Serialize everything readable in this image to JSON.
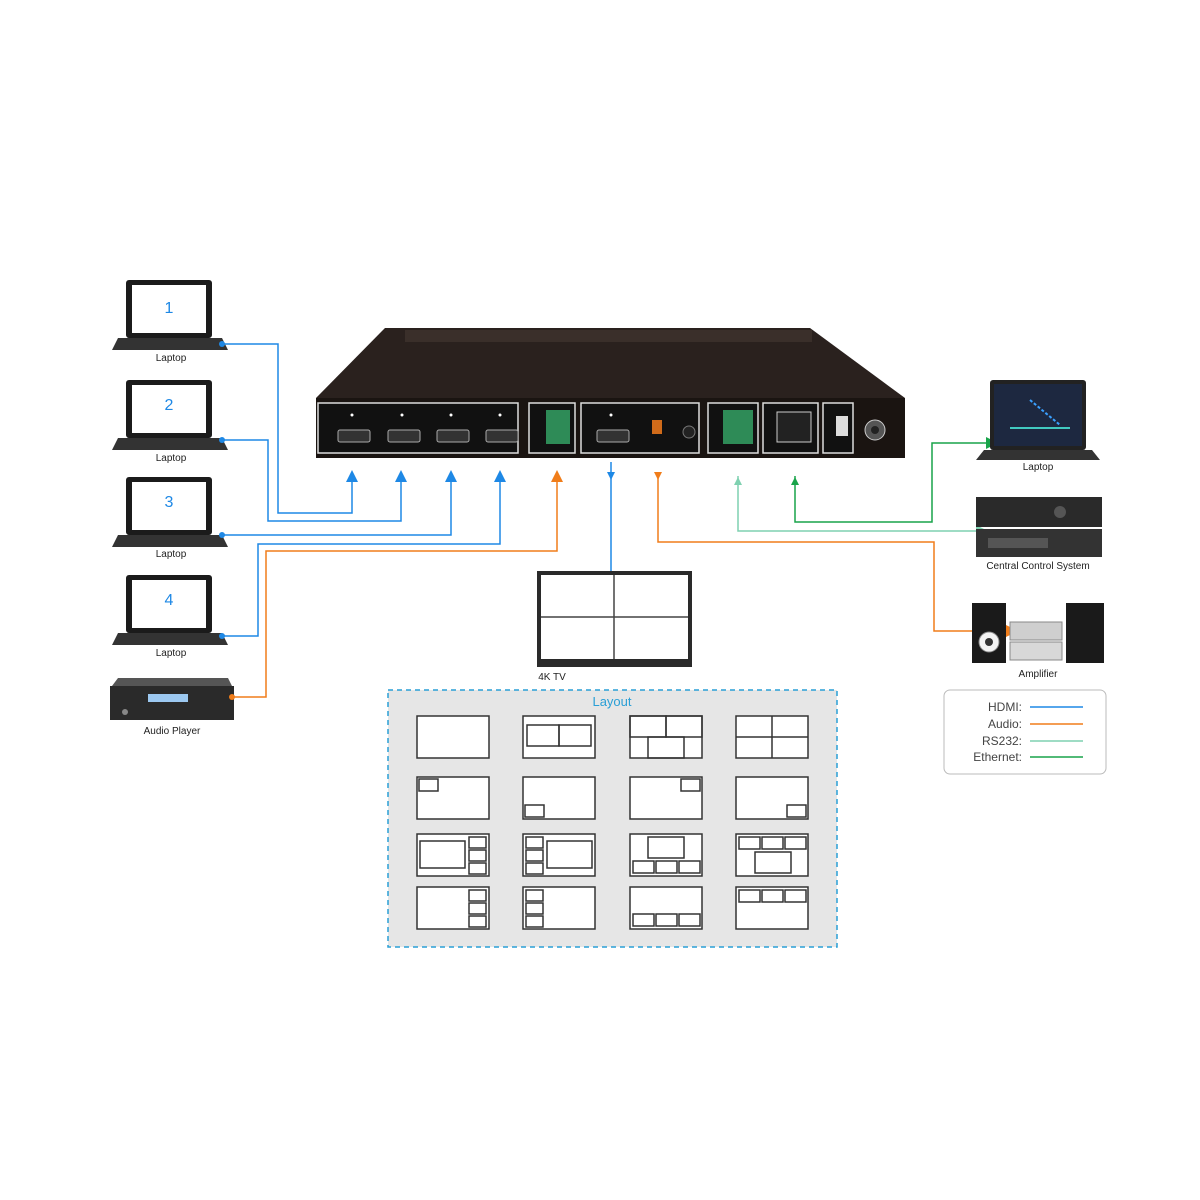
{
  "laptops": [
    {
      "number": "1",
      "label": "Laptop"
    },
    {
      "number": "2",
      "label": "Laptop"
    },
    {
      "number": "3",
      "label": "Laptop"
    },
    {
      "number": "4",
      "label": "Laptop"
    }
  ],
  "audio_player": {
    "label": "Audio Player"
  },
  "tv": {
    "label": "4K TV"
  },
  "layout": {
    "title": "Layout"
  },
  "right_devices": {
    "laptop": "Laptop",
    "control": "Central Control System",
    "amplifier": "Amplifier"
  },
  "legend": [
    {
      "label": "HDMI:",
      "color": "#1e88e5"
    },
    {
      "label": "Audio:",
      "color": "#f07d1a"
    },
    {
      "label": "RS232:",
      "color": "#7fd1b0"
    },
    {
      "label": "Ethernet:",
      "color": "#19a44a"
    }
  ],
  "colors": {
    "hdmi": "#1e88e5",
    "audio": "#f07d1a",
    "rs232": "#7fd1b0",
    "ethernet": "#19a44a"
  },
  "icons": [
    "laptop-icon",
    "audio-player-icon",
    "tv-icon",
    "control-system-icon",
    "amplifier-icon",
    "switch-device"
  ]
}
